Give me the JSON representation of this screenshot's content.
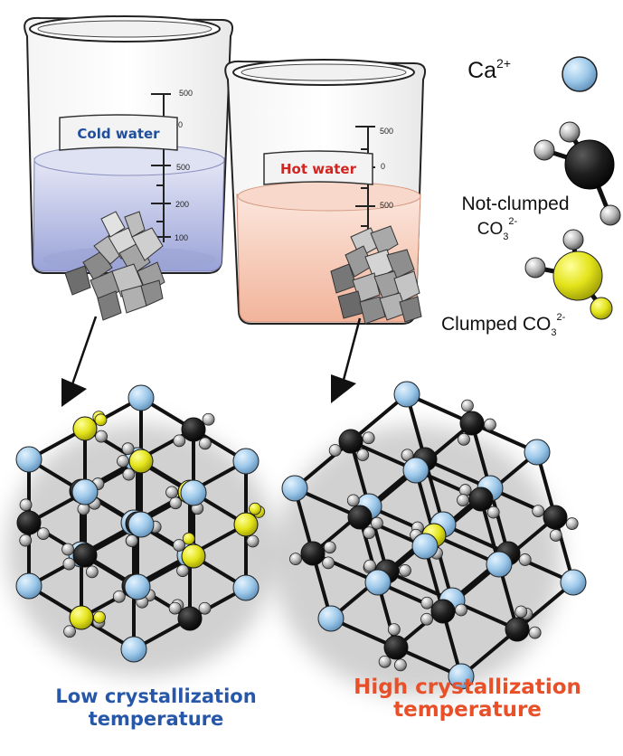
{
  "beakers": {
    "cold": {
      "label": "Cold water",
      "label_color": "#1f4e9c",
      "liquid_color": "#c7cbe9",
      "ticks": [
        "500",
        "0",
        "500",
        "200",
        "100"
      ]
    },
    "hot": {
      "label": "Hot water",
      "label_color": "#d4241f",
      "liquid_color": "#f5c7b3",
      "ticks": [
        "500",
        "0",
        "500"
      ]
    }
  },
  "legend": {
    "ca_ion_base": "Ca",
    "ca_ion_charge": "2+",
    "not_clumped_label": "Not-clumped",
    "clumped_label": "Clumped",
    "carbonate_base": "CO",
    "carbonate_sub": "3",
    "carbonate_charge": "2-"
  },
  "captions": {
    "low_line1": "Low crystallization",
    "low_line2": "temperature",
    "high_line1": "High crystallization",
    "high_line2": "temperature"
  },
  "colors": {
    "calcium": "#9ec9ea",
    "carbon_not_clumped": "#1b1b1b",
    "carbon_clumped": "#e6e617",
    "oxygen": "#a8a8a8",
    "low_caption": "#2757a8",
    "high_caption": "#e8502a"
  }
}
